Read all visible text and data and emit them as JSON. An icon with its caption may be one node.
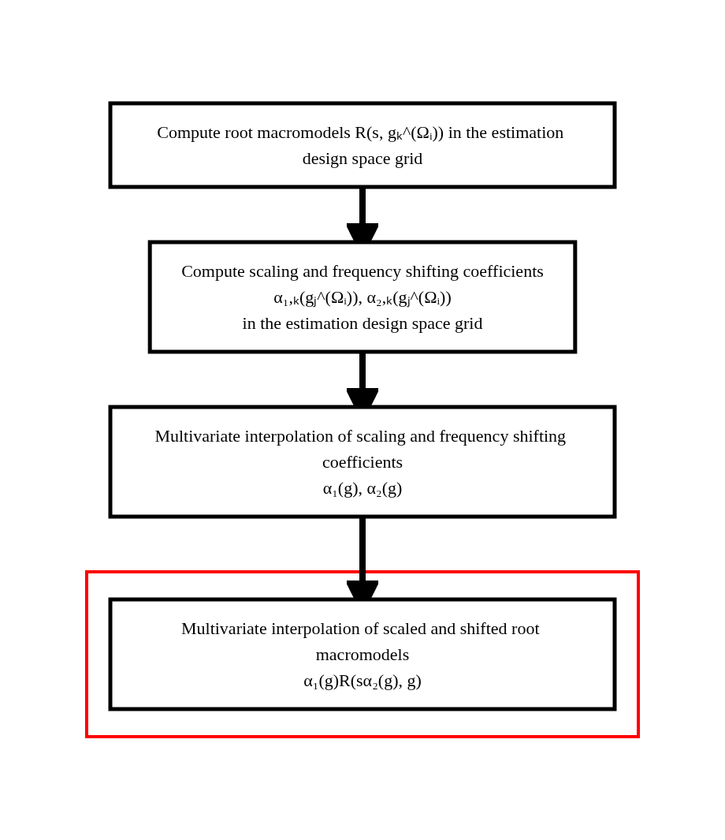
{
  "diagram": {
    "nodes": [
      {
        "text": [
          "Compute root macromodels R(s, gₖ^(Ωᵢ)) in the estimation design space grid"
        ]
      },
      {
        "text": [
          "Compute scaling and frequency shifting coefficients",
          "α₁,ₖ(gⱼ^(Ωᵢ)), α₂,ₖ(gⱼ^(Ωᵢ))",
          "in the estimation design space grid"
        ]
      },
      {
        "text": [
          "Multivariate interpolation of scaling and frequency shifting coefficients",
          "α₁(g), α₂(g)"
        ]
      },
      {
        "text": [],
        "shape": "box"
      },
      {
        "text": [
          "Multivariate interpolation of scaled and shifted root macromodels",
          "α₁(g)R(sα₂(g), g)"
        ],
        "in": 3
      }
    ],
    "edges": [
      {
        "from": 0,
        "to": 1,
        "arrow": "to"
      },
      {
        "from": 1,
        "to": 2,
        "arrow": "to"
      },
      {
        "from": 2,
        "to": 4,
        "arrow": "to"
      }
    ]
  }
}
